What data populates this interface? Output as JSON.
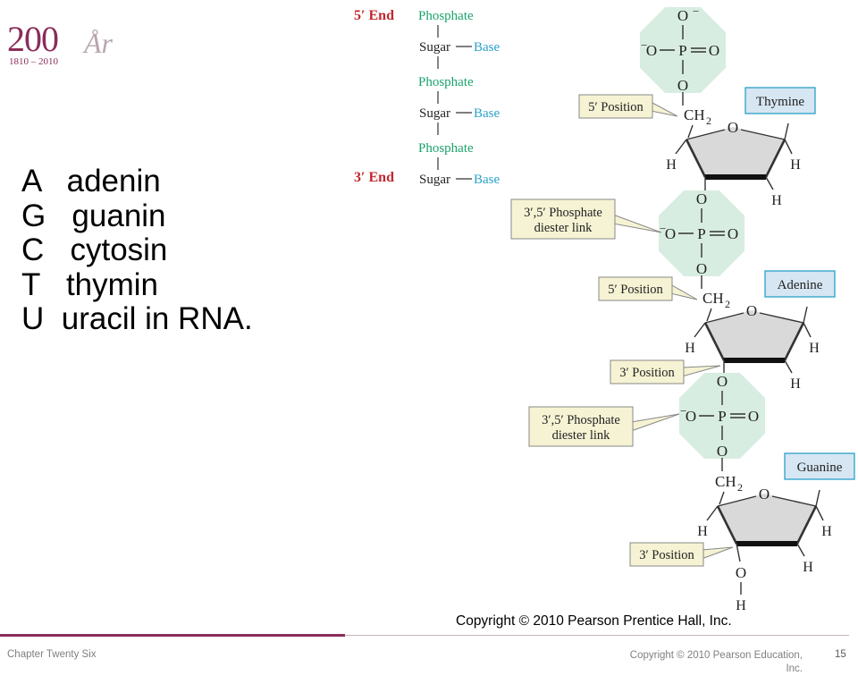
{
  "logo": {
    "number": "200",
    "years": "1810 – 2010",
    "script": "År"
  },
  "bases": [
    {
      "letter": "A",
      "name": "adenin"
    },
    {
      "letter": "G",
      "name": "guanin"
    },
    {
      "letter": "C",
      "name": "cytosin"
    },
    {
      "letter": "T",
      "name": "thymin"
    },
    {
      "letter": "U",
      "name": "uracil in RNA."
    }
  ],
  "schematic": {
    "end5": "5′ End",
    "end3": "3′ End",
    "phosphate": "Phosphate",
    "sugar": "Sugar",
    "base": "Base"
  },
  "structure": {
    "bases": [
      "Thymine",
      "Adenine",
      "Guanine"
    ],
    "pos5": "5′ Position",
    "pos3": "3′ Position",
    "diester_line1": "3′,5′ Phosphate",
    "diester_line2": "diester link",
    "atoms": {
      "o": "O",
      "p": "P",
      "h": "H",
      "ch": "CH",
      "sub2": "2",
      "minus": "−"
    }
  },
  "copyright_main": "Copyright © 2010 Pearson Prentice Hall, Inc.",
  "footer": {
    "left": "Chapter Twenty Six",
    "right": "Copyright © 2010 Pearson Education, Inc.",
    "page": "15"
  },
  "colors": {
    "accent": "#8a2d5a",
    "phosphate_green": "#1aa26b",
    "base_blue": "#2aa0c8",
    "end_red": "#c1272d",
    "octagon_fill": "#d8ede1",
    "label_fill": "#f6f3d4",
    "base_box_fill": "#d6e6f2"
  }
}
